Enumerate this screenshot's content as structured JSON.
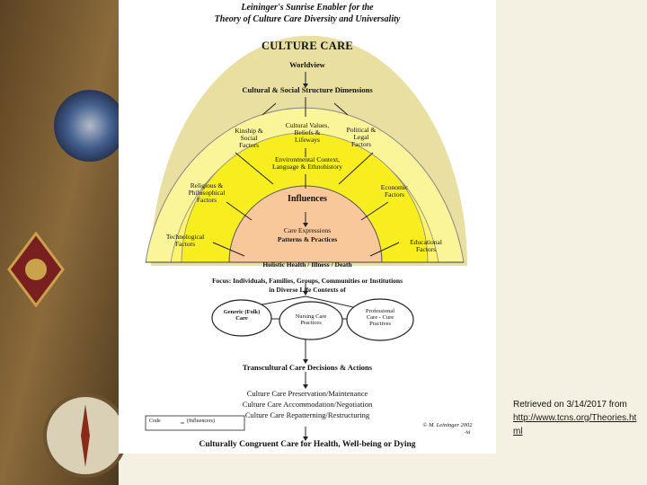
{
  "figure": {
    "title_line1": "Leininger's Sunrise Enabler for the",
    "title_line2": "Theory of Culture Care Diversity and Universality",
    "heading": "CULTURE CARE",
    "worldview": "Worldview",
    "cultural_social": "Cultural & Social Structure Dimensions",
    "factors": {
      "kinship": "Kinship &\nSocial\nFactors",
      "cultural_values": "Cultural Values,\nBeliefs &\nLifeways",
      "political": "Political &\nLegal\nFactors",
      "environmental": "Environmental Context,\nLanguage & Ethnohistory",
      "religious": "Religious &\nPhilosophical\nFactors",
      "economic": "Economic\nFactors",
      "technological": "Technological\nFactors",
      "educational": "Educational\nFactors"
    },
    "influences": "Influences",
    "care_expressions": "Care Expressions",
    "patterns": "Patterns & Practices",
    "holistic": "Holistic Health / Illness / Death",
    "focus_line1": "Focus: Individuals, Families, Groups, Communities or Institutions",
    "focus_line2": "in Diverse Life Contexts of",
    "generic_care": "Generic (Folk)\nCare",
    "nursing_care": "Nursing Care\nPractices",
    "professional_care": "Professional\nCare - Cure\nPractives",
    "transcultural": "Transcultural Care Decisions & Actions",
    "preservation": "Culture Care Preservation/Maintenance",
    "accommodation": "Culture Care Accommodation/Negotiation",
    "repatterning": "Culture Care Repatterning/Restructuring",
    "code_label": "Code",
    "code_influencers": "(Influencers)",
    "copyright": "© M. Leininger 2002",
    "copyright_sub": "-M",
    "bottom": "Culturally Congruent Care for Health, Well-being or Dying"
  },
  "caption": {
    "text": "Retrieved on 3/14/2017 from",
    "link": "http://www.tcns.org/Theories.html"
  },
  "colors": {
    "yellow_outer": "#fbf59a",
    "yellow_mid": "#fbf46c",
    "yellow_inner": "#f8ee1f",
    "peach": "#f8c79a",
    "background": "#8a6b3c"
  }
}
